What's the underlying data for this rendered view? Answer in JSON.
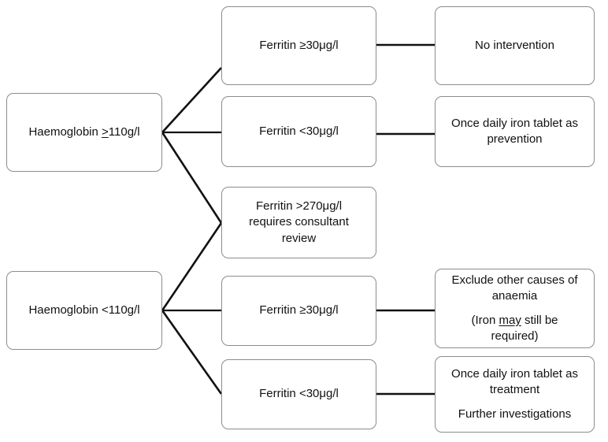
{
  "diagram": {
    "title": "Haemoglobin and ferritin management flowchart",
    "line_color": "#111111",
    "box_border_color": "#8c8c8c",
    "box_fill_color": "#ffffff",
    "text_color": "#111111"
  },
  "nodes": {
    "hb_high": {
      "text": "Haemoglobin ",
      "symbol": ">",
      "value": "110g/l"
    },
    "hb_low": {
      "text": "Haemoglobin <110g/l"
    },
    "ferritin_high_ge30": {
      "text": "Ferritin ≥30μg/l"
    },
    "ferritin_high_lt30": {
      "text": "Ferritin <30μg/l"
    },
    "ferritin_270": {
      "line1": "Ferritin >270μg/l",
      "line2": "requires consultant",
      "line3": "review"
    },
    "ferritin_low_ge30": {
      "text": "Ferritin ≥30μg/l"
    },
    "ferritin_low_lt30": {
      "text": "Ferritin <30μg/l"
    },
    "outcome_none": {
      "text": "No intervention"
    },
    "outcome_prevention": {
      "line1": "Once daily iron tablet as",
      "line2": "prevention"
    },
    "outcome_exclude": {
      "line1": "Exclude other causes of",
      "line2": "anaemia",
      "line3_pre": "(Iron ",
      "line3_emph": "may",
      "line3_post": " still be",
      "line4": "required)"
    },
    "outcome_treatment": {
      "line1": "Once daily iron tablet as",
      "line2": "treatment",
      "line3": "Further investigations"
    }
  },
  "edges": [
    {
      "name": "hb-high-to-ferritin-ge30"
    },
    {
      "name": "hb-high-to-ferritin-lt30"
    },
    {
      "name": "hb-high-to-ferritin-270"
    },
    {
      "name": "hb-low-to-ferritin-270"
    },
    {
      "name": "hb-low-to-ferritin-ge30"
    },
    {
      "name": "hb-low-to-ferritin-lt30"
    },
    {
      "name": "ferritin-ge30-to-no-intervention"
    },
    {
      "name": "ferritin-lt30-to-prevention"
    },
    {
      "name": "ferritin-low-ge30-to-exclude"
    },
    {
      "name": "ferritin-low-lt30-to-treatment"
    }
  ]
}
